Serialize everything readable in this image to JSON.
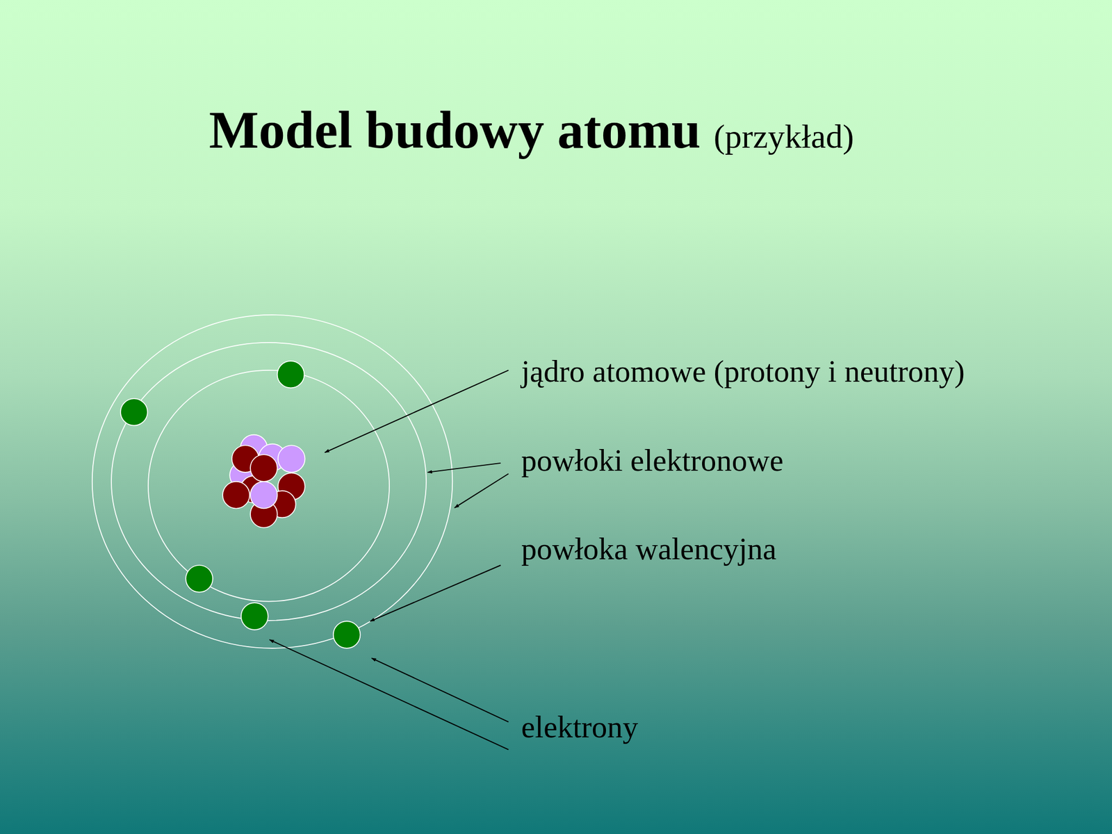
{
  "diagram": {
    "title": "Model budowy atomu",
    "labels": [
      "(przykład)",
      "jądro atomowe (protony i neutrony)",
      "powłoki elektronowe",
      "powłoka walencyjna",
      "elektrony"
    ]
  }
}
